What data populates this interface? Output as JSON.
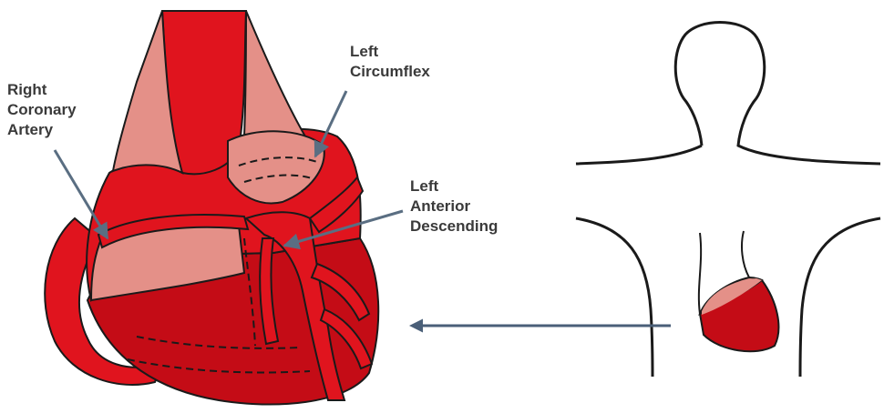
{
  "labels": {
    "right_coronary": [
      "Right",
      "Coronary",
      "Artery"
    ],
    "left_circumflex": [
      "Left",
      "Circumflex"
    ],
    "left_anterior_descending": [
      "Left",
      "Anterior",
      "Descending"
    ]
  },
  "colors": {
    "artery_red": "#e0141e",
    "dark_red": "#c40c16",
    "pink": "#e49088",
    "outline": "#1a1a1a",
    "pointer": "#5a6e82",
    "big_arrow": "#4a5f78"
  }
}
